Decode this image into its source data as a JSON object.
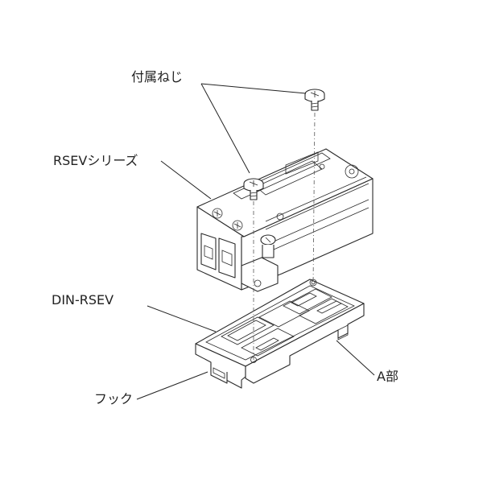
{
  "labels": {
    "screws": "付属ねじ",
    "rsev_series": "RSEVシリーズ",
    "din_rsev": "DIN-RSEV",
    "part_a": "A部",
    "hook": "フック"
  },
  "colors": {
    "line": "#2a2a2a",
    "background": "#ffffff"
  }
}
